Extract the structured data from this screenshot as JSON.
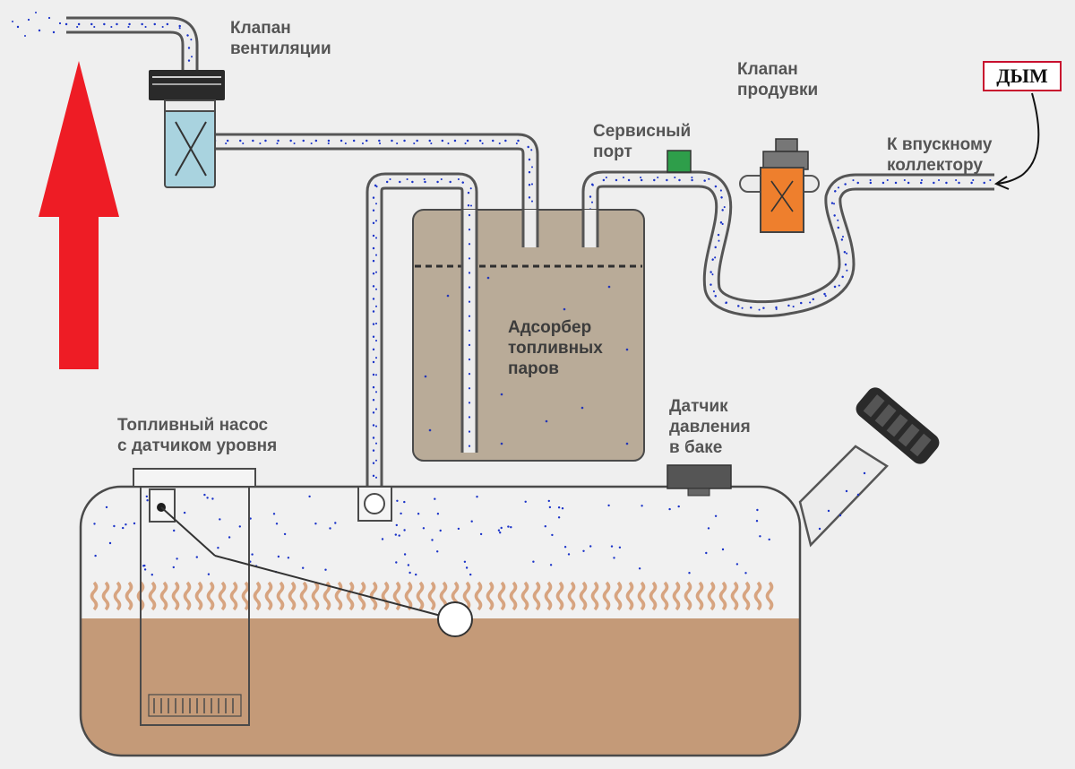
{
  "labels": {
    "vent_valve": [
      "Клапан",
      "вентиляции"
    ],
    "purge_valve": [
      "Клапан",
      "продувки"
    ],
    "service_port": [
      "Сервисный",
      "порт"
    ],
    "intake": [
      "К впускному",
      "коллектору"
    ],
    "smoke": "ДЫМ",
    "adsorber": [
      "Адсорбер",
      "топливных",
      "паров"
    ],
    "pressure_sensor": [
      "Датчик",
      "давления",
      "в баке"
    ],
    "fuel_pump": [
      "Топливный насос",
      "с датчиком уровня"
    ]
  },
  "colors": {
    "background": "#efefef",
    "tube_outline": "#555555",
    "tube_fill": "#ececec",
    "adsorber": "#b9ab98",
    "fuel": "#c49a78",
    "vapor_waves": "#d7a480",
    "vent_valve_body": "#a9d3df",
    "purge_valve_body": "#ee7f2d",
    "service_port": "#2e9e4a",
    "arrow": "#ee1c25",
    "smoke_border": "#c8102e",
    "dots": "#1a33c8"
  },
  "icons": {
    "vent_valve": "valve-icon",
    "purge_valve": "solenoid-valve-icon",
    "filler_cap": "filler-cap-icon",
    "float": "float-icon",
    "arrow": "up-arrow-icon"
  }
}
